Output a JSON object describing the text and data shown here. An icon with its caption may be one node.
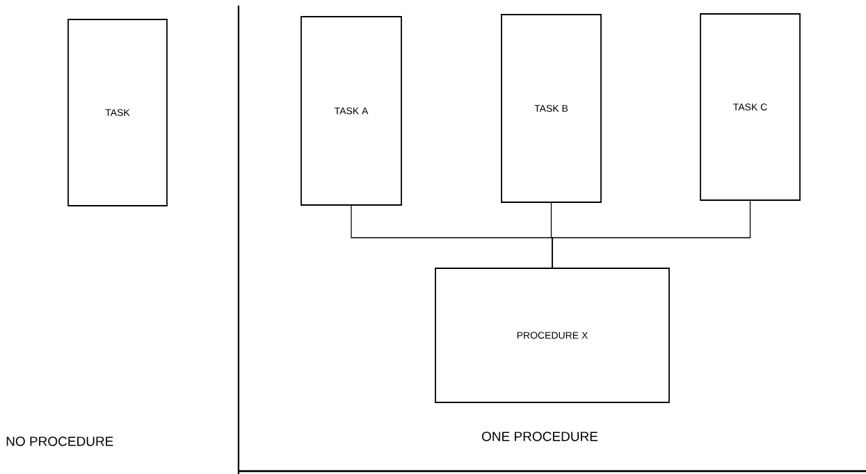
{
  "diagram": {
    "nodes": [
      {
        "text": [
          "TASK"
        ]
      },
      {
        "text": [
          "TASK A"
        ]
      },
      {
        "text": [
          "TASK B"
        ]
      },
      {
        "text": [
          "TASK C"
        ]
      },
      {
        "text": [
          "PROCEDURE X"
        ]
      }
    ],
    "edges": [
      {
        "from": 1,
        "to": 4,
        "arrow": "none"
      },
      {
        "from": 2,
        "to": 4,
        "arrow": "none"
      },
      {
        "from": 3,
        "to": 4,
        "arrow": "none"
      }
    ],
    "labels": [
      "NO PROCEDURE",
      "ONE PROCEDURE"
    ]
  }
}
